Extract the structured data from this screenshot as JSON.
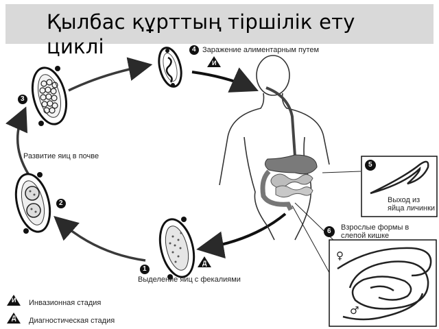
{
  "title": "Қылбас құрттың тіршілік ету циклі",
  "stages": [
    {
      "number": "1",
      "label": "Выделение яиц с фекалиями",
      "marker": "Д"
    },
    {
      "number": "2",
      "label": ""
    },
    {
      "number": "3",
      "label": ""
    },
    {
      "number": "4",
      "label": "Заражение алиментарным путем",
      "marker": "И"
    },
    {
      "number": "5",
      "label": "Выход из яйца личинки"
    },
    {
      "number": "6",
      "label": "Взрослые формы в слепой кишке"
    }
  ],
  "arrow_label": "Развитие яиц в почве",
  "legend": [
    {
      "marker": "И",
      "label": "Инвазионная стадия"
    },
    {
      "marker": "Д",
      "label": "Диагностическая стадия"
    }
  ],
  "sex_symbols": {
    "female": "♀",
    "male": "♂"
  },
  "colors": {
    "title_bar": "#d9d9d9",
    "dark": "#1a1a1a",
    "organ_gray": "#8c8c8c"
  }
}
